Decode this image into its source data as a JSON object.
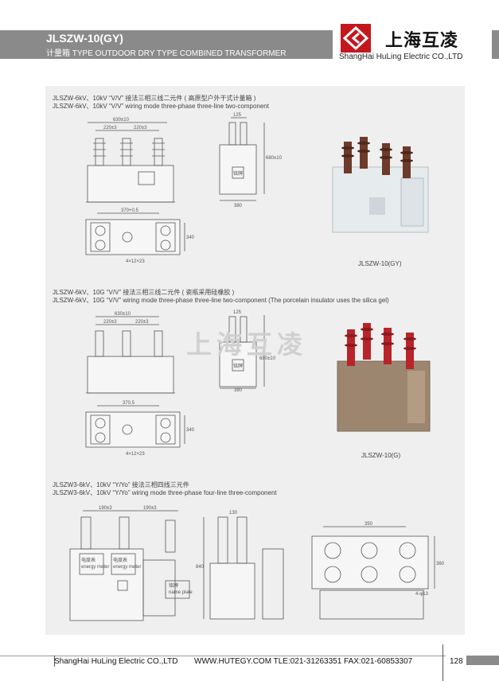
{
  "header": {
    "title": "JLSZW-10(GY)",
    "subtitle": "计量箱 TYPE OUTDOOR DRY TYPE COMBINED TRANSFORMER",
    "brand_cn": "上海互凌",
    "brand_en": "ShangHai HuLing Electric  CO.,LTD"
  },
  "sections": [
    {
      "caption_cn": "JLSZW-6kV、10kV “V/V” 接法三相三线二元件 ( 高原型户外干式计量箱 )",
      "caption_en": "JLSZW-6kV、10kV  “V/V”  wiring mode three-phase three-line two-component",
      "photo_label": "JLSZW-10(GY)",
      "dims": {
        "d1": "630±10",
        "d2": "220±3",
        "d3": "220±3",
        "d4": "125",
        "d5": "680±10",
        "d6": "380",
        "d7": "370+0.5",
        "d8": "340",
        "d9": "4×12×23",
        "name": "铭牌"
      }
    },
    {
      "caption_cn": "JLSZW-6kV、10G “V/V” 接法三相三线二元件 ( 瓷瓶采用硅橡胶 )",
      "caption_en": "JLSZW-6kV、10G  “V/V”  wiring mode three-phase three-line two-component (The porcelain insulator uses the silica gel)",
      "photo_label": "JLSZW-10(G)",
      "dims": {
        "d1": "630±10",
        "d2": "220±3",
        "d3": "220±3",
        "d4": "125",
        "d5": "680±10",
        "d6": "380",
        "d7": "370.5",
        "d8": "340",
        "d9": "4×12×23",
        "name": "铭牌"
      }
    },
    {
      "caption_cn": "JLSZW3-6kV、10kV “Y/Yo” 接法三相四线三元件",
      "caption_en": "JLSZW3-6kV、10kV  “Y/Yo”  wiring mode three-phase four-line three-component",
      "dims": {
        "d1": "190±3",
        "d2": "190±3",
        "d3": "130",
        "d4": "840",
        "d5": "350",
        "d6": "360",
        "d7": "4-φ13",
        "meter1": "电度表",
        "meter1_en": "energy meter",
        "meter2": "电度表",
        "meter2_en": "energy meter",
        "plate": "铭牌",
        "plate_en": "name plate"
      }
    }
  ],
  "watermark": "上海互凌",
  "footer": {
    "company": "ShangHai HuLing Electric  CO.,LTD",
    "contact": "WWW.HUTEGY.COM TLE:021-31263351 FAX:021-60853307",
    "page": "128"
  },
  "colors": {
    "header_gray": "#8a8a8a",
    "logo_red": "#c4161c",
    "insulator_brown": "#6e3a2a",
    "insulator_red": "#b8242a",
    "panel_bg": "#efefef"
  }
}
